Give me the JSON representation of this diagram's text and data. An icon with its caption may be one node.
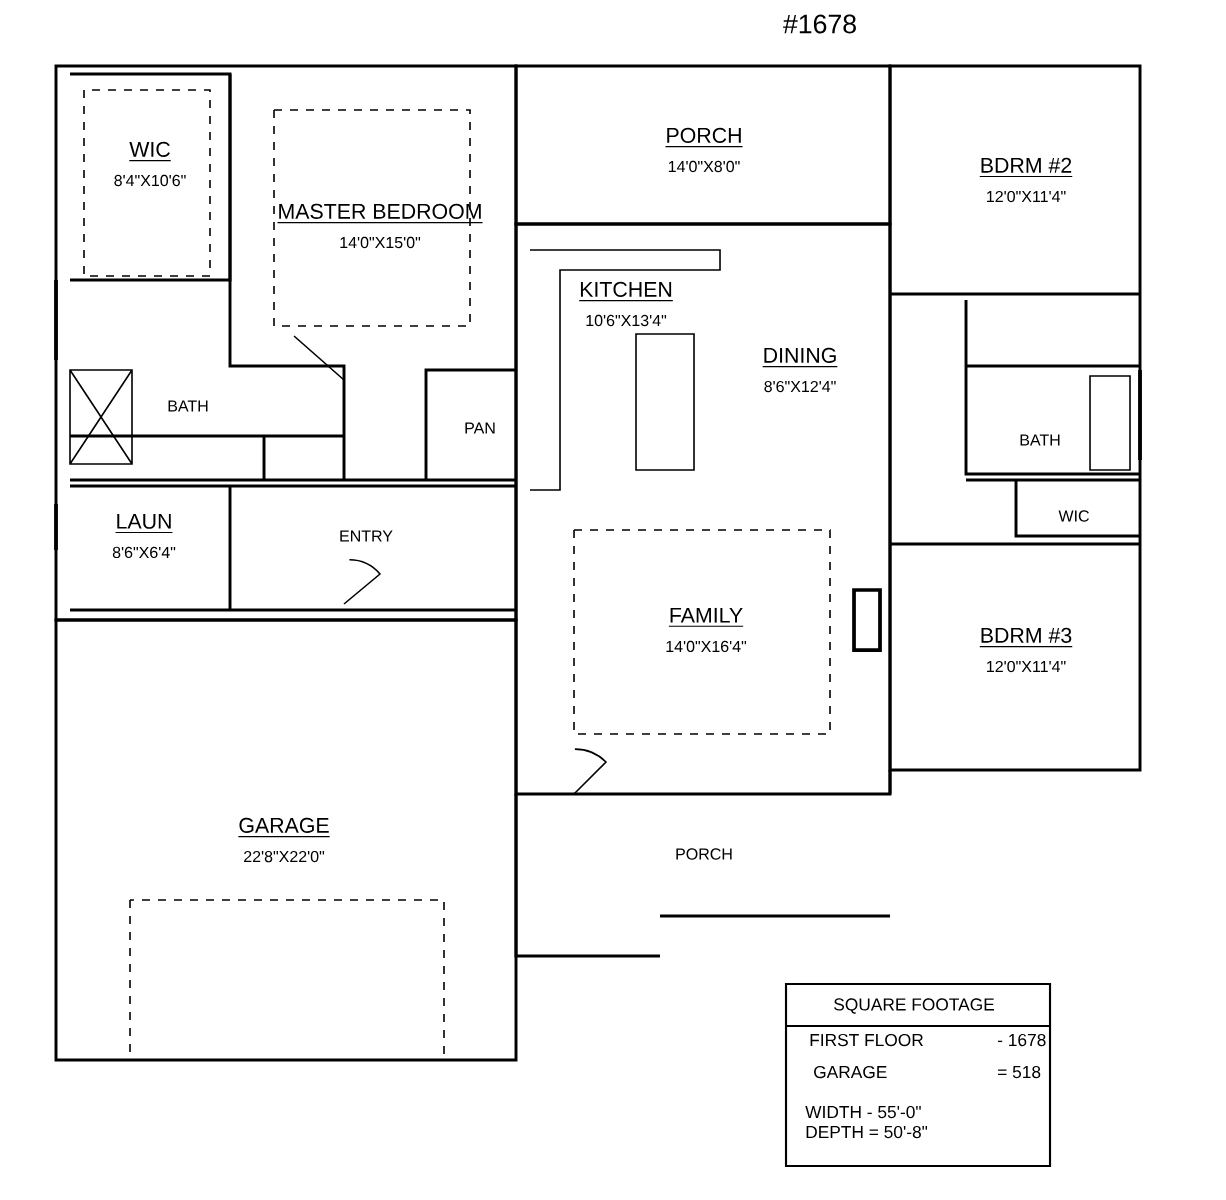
{
  "diagram": {
    "nodes": [
      {
        "text": [
          "WIC",
          "8'4\"X10'6\""
        ]
      },
      {
        "text": [
          "MASTER BEDROOM",
          "14'0\"X15'0\""
        ]
      },
      {
        "text": [
          "PORCH",
          "14'0\"X8'0\""
        ]
      },
      {
        "text": [
          "BDRM #2",
          "12'0\"X11'4\""
        ]
      },
      {
        "text": [
          "KITCHEN",
          "10'6\"X13'4\""
        ]
      },
      {
        "text": [
          "DINING",
          "8'6\"X12'4\""
        ]
      },
      {
        "text": [
          "BATH"
        ]
      },
      {
        "text": [
          "PAN"
        ]
      },
      {
        "text": [
          "BATH"
        ]
      },
      {
        "text": [
          "LAUN",
          "8'6\"X6'4\""
        ]
      },
      {
        "text": [
          "ENTRY"
        ]
      },
      {
        "text": [
          "WIC"
        ]
      },
      {
        "text": [
          "FAMILY",
          "14'0\"X16'4\""
        ]
      },
      {
        "text": [
          "BDRM #3",
          "12'0\"X11'4\""
        ]
      },
      {
        "text": [
          "GARAGE",
          "22'8\"X22'0\""
        ]
      },
      {
        "text": [
          "PORCH"
        ]
      }
    ],
    "labels": [
      "#1678",
      "SQUARE FOOTAGE",
      "FIRST FLOOR",
      "- 1678",
      "GARAGE",
      "= 518",
      "WIDTH - 55'-0\"",
      "DEPTH = 50'-8\""
    ]
  }
}
